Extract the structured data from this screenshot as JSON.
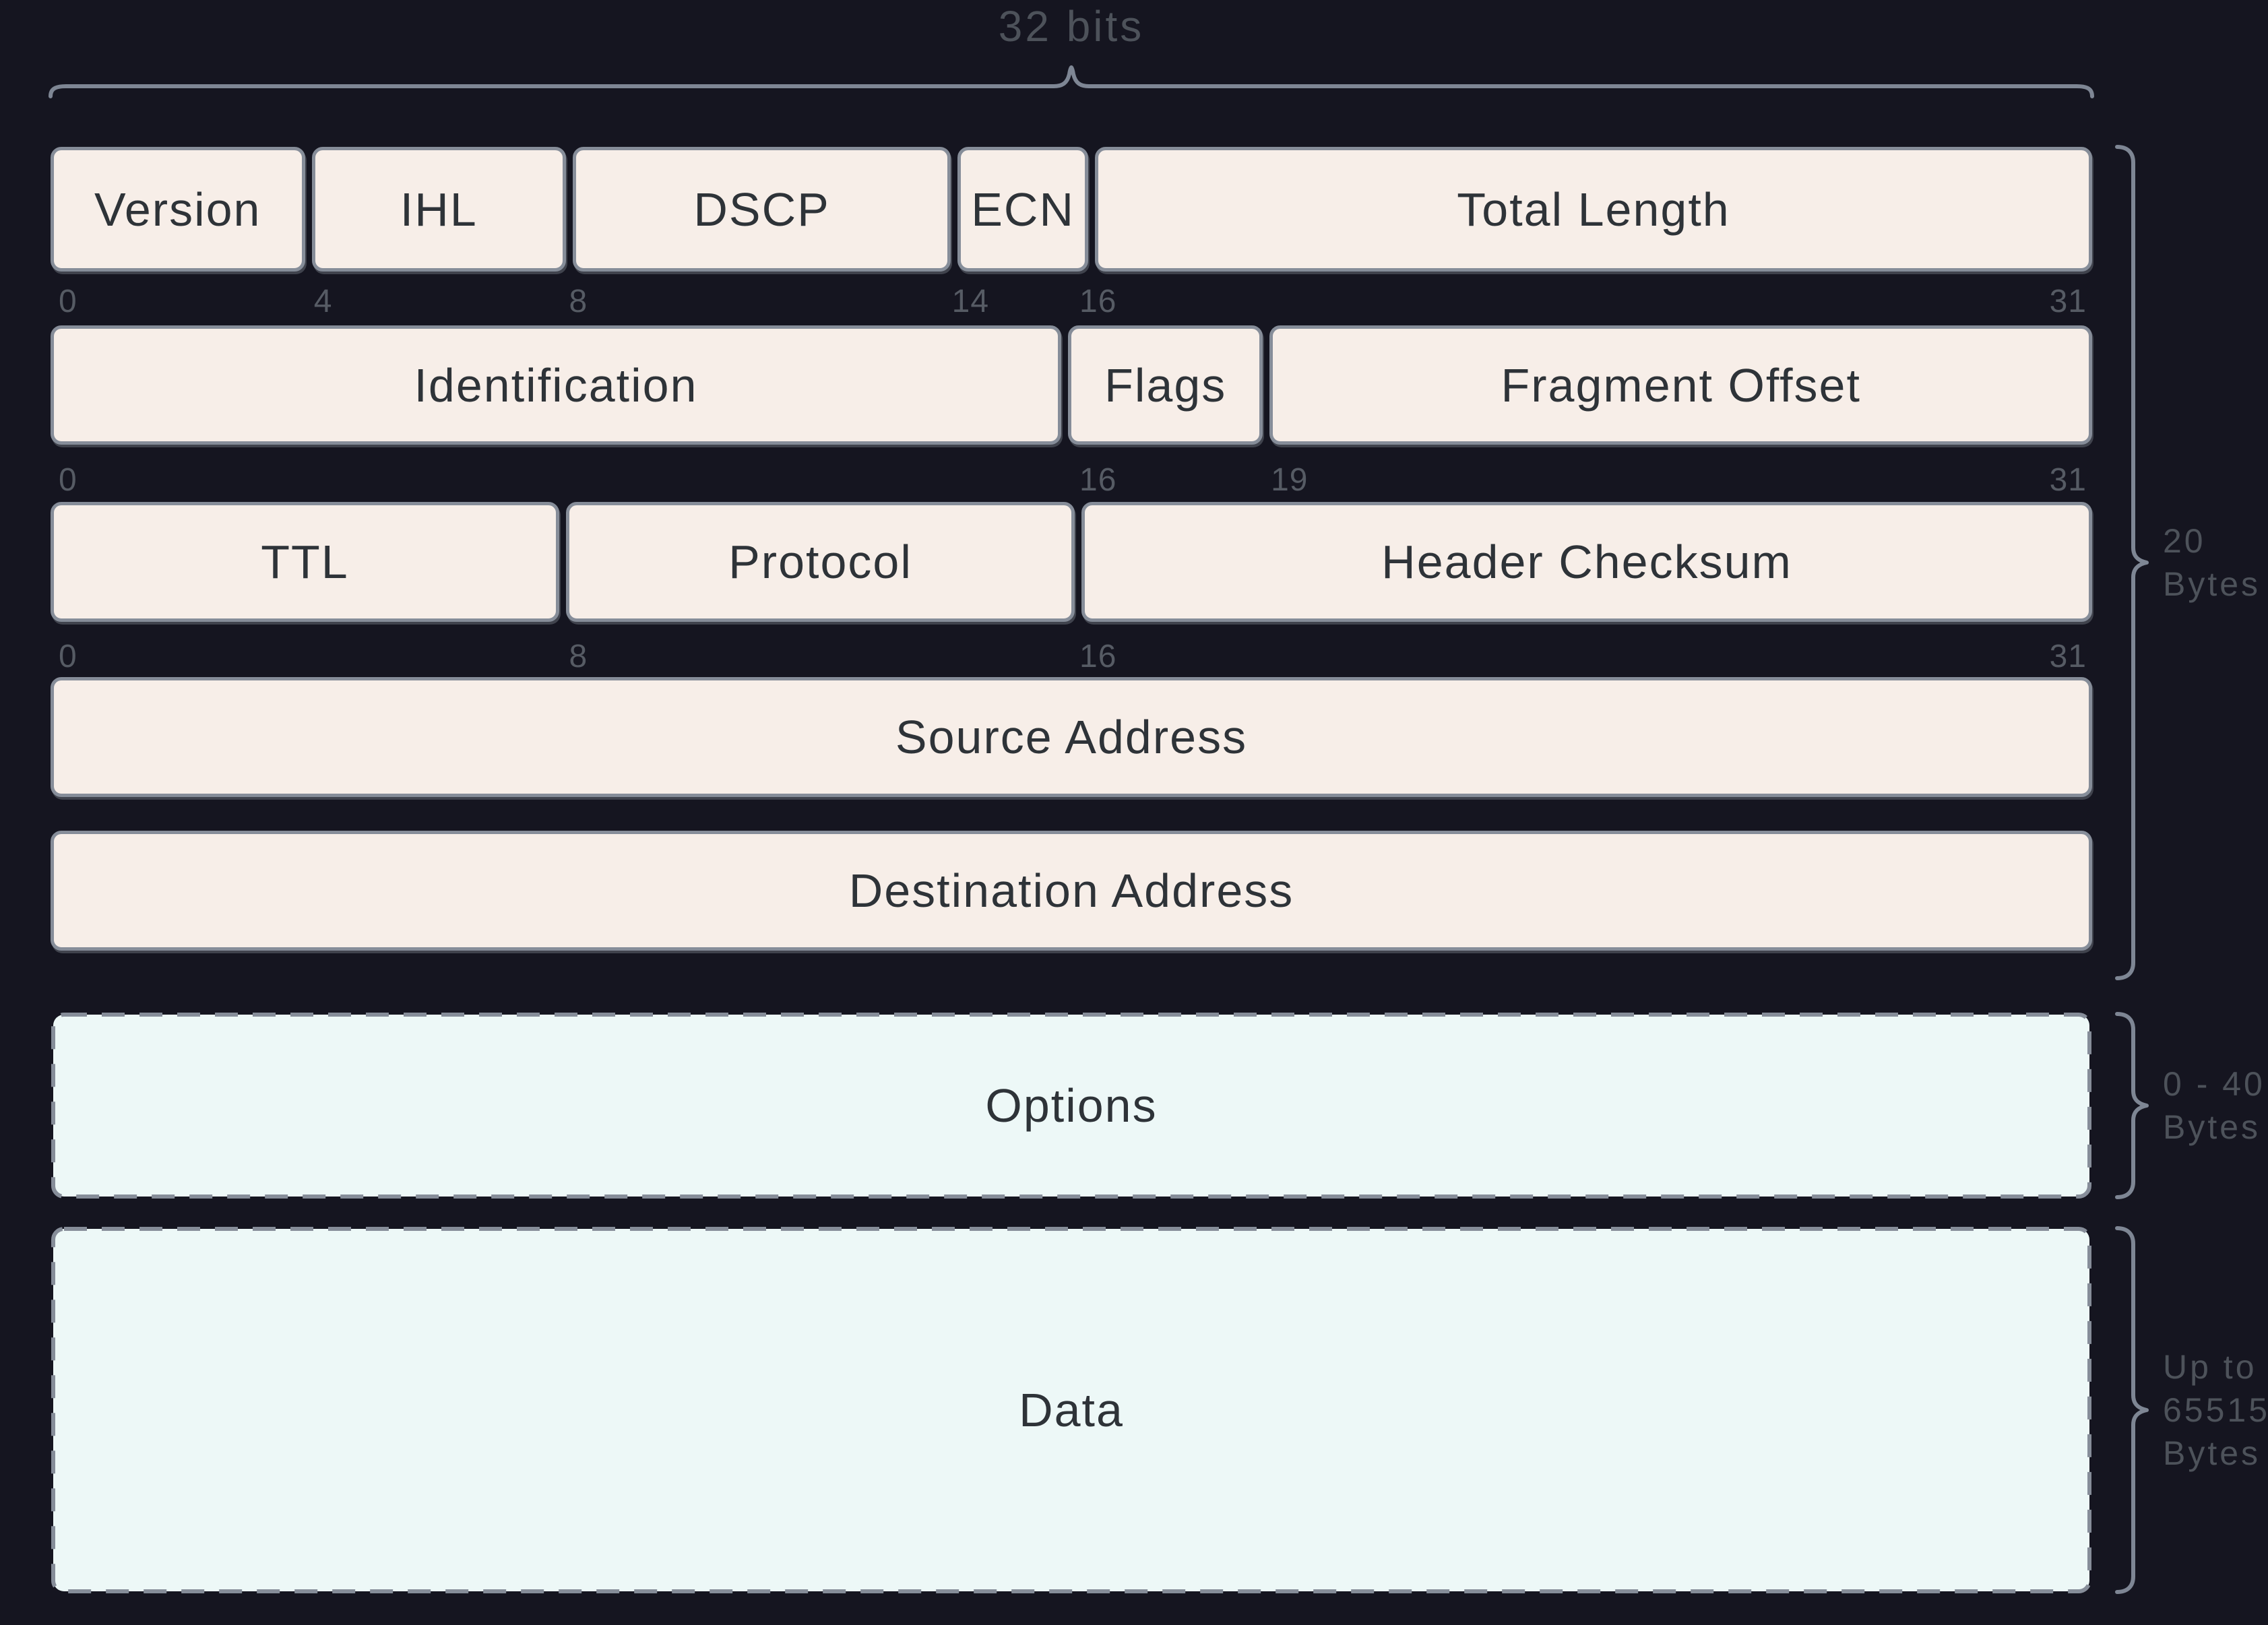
{
  "diagram": {
    "title_label": "32 bits",
    "total_bits": 32,
    "header_rows": [
      {
        "name": "row-1",
        "fields": [
          {
            "label": "Version",
            "bits": 4
          },
          {
            "label": "IHL",
            "bits": 4
          },
          {
            "label": "DSCP",
            "bits": 6
          },
          {
            "label": "ECN",
            "bits": 2
          },
          {
            "label": "Total Length",
            "bits": 16
          }
        ],
        "markers": [
          {
            "text": "0",
            "bit": 0,
            "align": "left"
          },
          {
            "text": "4",
            "bit": 4,
            "align": "left"
          },
          {
            "text": "8",
            "bit": 8,
            "align": "left"
          },
          {
            "text": "14",
            "bit": 14,
            "align": "left"
          },
          {
            "text": "16",
            "bit": 16,
            "align": "left"
          },
          {
            "text": "31",
            "bit": 32,
            "align": "right"
          }
        ]
      },
      {
        "name": "row-2",
        "fields": [
          {
            "label": "Identification",
            "bits": 16
          },
          {
            "label": "Flags",
            "bits": 3
          },
          {
            "label": "Fragment Offset",
            "bits": 13
          }
        ],
        "markers": [
          {
            "text": "0",
            "bit": 0,
            "align": "left"
          },
          {
            "text": "16",
            "bit": 16,
            "align": "left"
          },
          {
            "text": "19",
            "bit": 19,
            "align": "left"
          },
          {
            "text": "31",
            "bit": 32,
            "align": "right"
          }
        ]
      },
      {
        "name": "row-3",
        "fields": [
          {
            "label": "TTL",
            "bits": 8
          },
          {
            "label": "Protocol",
            "bits": 8
          },
          {
            "label": "Header Checksum",
            "bits": 16
          }
        ],
        "markers": [
          {
            "text": "0",
            "bit": 0,
            "align": "left"
          },
          {
            "text": "8",
            "bit": 8,
            "align": "left"
          },
          {
            "text": "16",
            "bit": 16,
            "align": "left"
          },
          {
            "text": "31",
            "bit": 32,
            "align": "right"
          }
        ]
      },
      {
        "name": "row-4",
        "fields": [
          {
            "label": "Source Address",
            "bits": 32
          }
        ],
        "markers": []
      },
      {
        "name": "row-5",
        "fields": [
          {
            "label": "Destination Address",
            "bits": 32
          }
        ],
        "markers": []
      }
    ],
    "optional_rows": [
      {
        "name": "options",
        "label": "Options"
      },
      {
        "name": "data",
        "label": "Data"
      }
    ],
    "size_annotations": [
      {
        "name": "header-size",
        "lines": [
          "20",
          "Bytes"
        ]
      },
      {
        "name": "options-size",
        "lines": [
          "0 - 40",
          "Bytes"
        ]
      },
      {
        "name": "data-size",
        "lines": [
          "Up to",
          "65515",
          "Bytes"
        ]
      }
    ],
    "colors": {
      "background": "#151520",
      "field_fill": "#f7eee8",
      "optional_fill": "#edf8f7",
      "stroke": "#868d99",
      "field_text": "#2e3338",
      "marker_text": "#565b64",
      "annotation_text": "#4d525a",
      "brace": "#7e8694"
    }
  }
}
